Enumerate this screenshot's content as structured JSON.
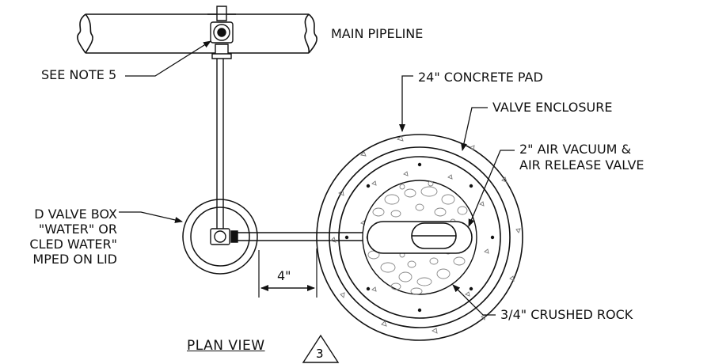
{
  "labels": {
    "main_pipeline": "MAIN PIPELINE",
    "see_note": "SEE NOTE 5",
    "concrete_pad": "24\" CONCRETE PAD",
    "valve_enclosure": "VALVE ENCLOSURE",
    "air_valve_line1": "2\" AIR VACUUM &",
    "air_valve_line2": "AIR RELEASE VALVE",
    "valve_box_line1": "D VALVE BOX",
    "valve_box_line2": "\"WATER\" OR",
    "valve_box_line3": "CLED WATER\"",
    "valve_box_line4": "MPED ON LID",
    "dimension": "4\"",
    "crushed_rock": "3/4\" CRUSHED ROCK",
    "view_title": "PLAN VIEW",
    "revision": "3"
  }
}
